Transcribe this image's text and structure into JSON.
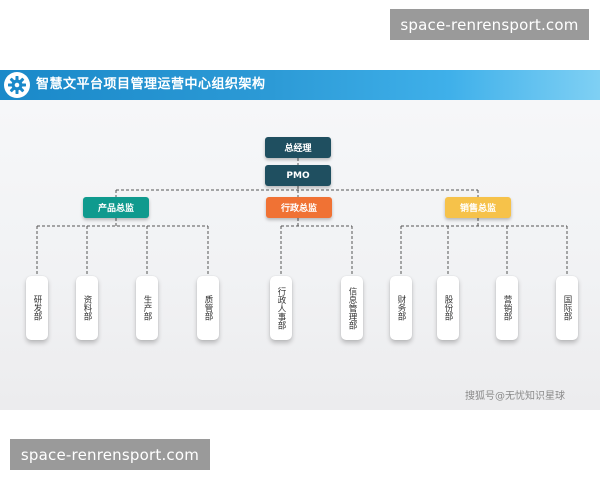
{
  "watermarks": {
    "top": "space-renrensport.com",
    "bottom": "space-renrensport.com"
  },
  "slide": {
    "title": "智慧文平台项目管理运营中心组织架构",
    "title_icon": "gear-icon",
    "source": "搜狐号@无忧知识星球"
  },
  "org": {
    "general_manager": "总经理",
    "pmo": "PMO",
    "directors": [
      {
        "label": "产品总监",
        "color": "#0f9a8e"
      },
      {
        "label": "行政总监",
        "color": "#f07234"
      },
      {
        "label": "销售总监",
        "color": "#f6c24a"
      }
    ],
    "departments": [
      "研发部",
      "资料部",
      "生产部",
      "质管部",
      "行政人事部",
      "信息管理部",
      "财务部",
      "股份部",
      "营销部",
      "国际部"
    ]
  },
  "colors": {
    "title_bar": "#1a89c9",
    "top_box": "#1f4f60",
    "connector": "#555555"
  }
}
